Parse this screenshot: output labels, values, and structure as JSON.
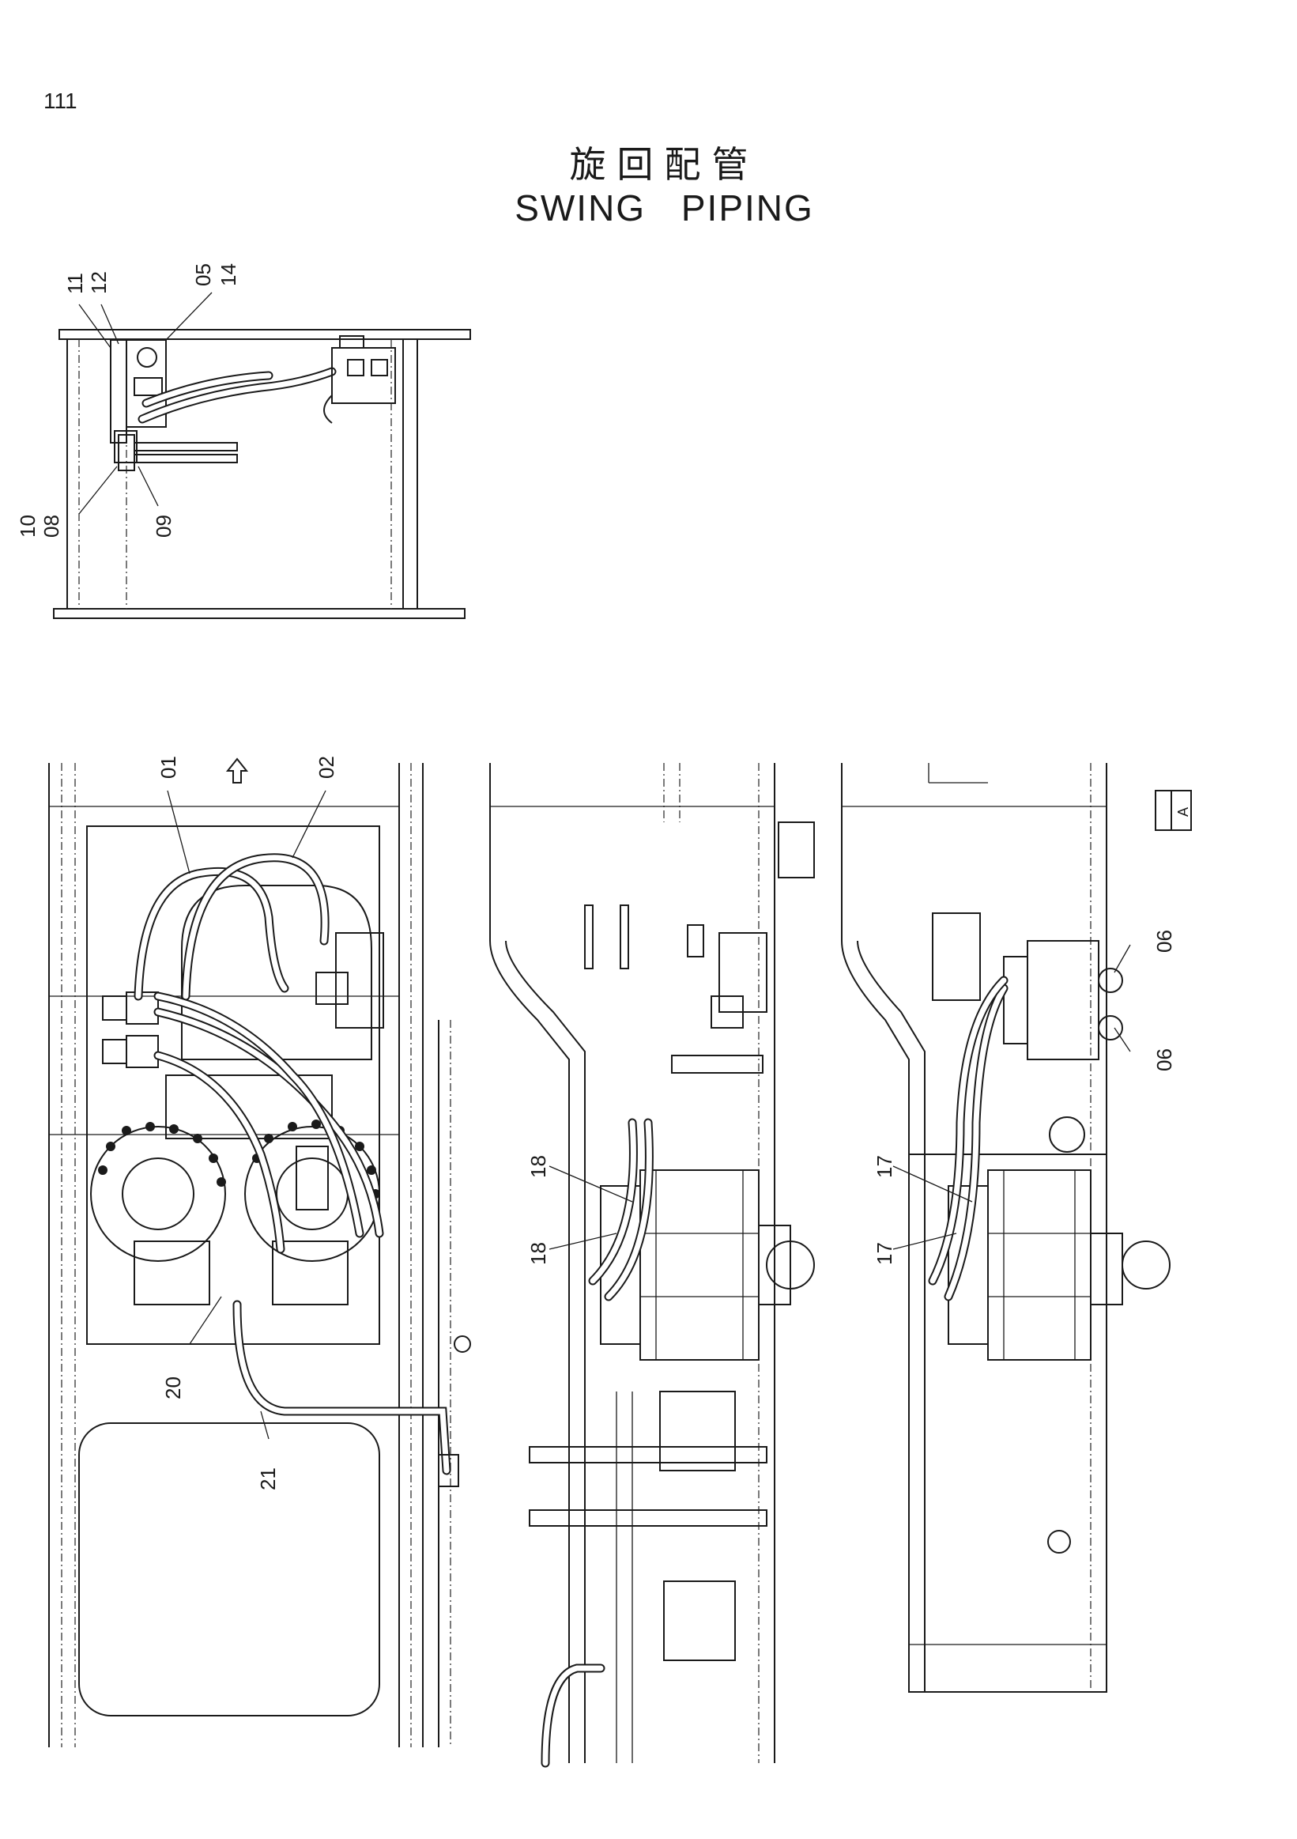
{
  "page": {
    "number": "111"
  },
  "title": {
    "japanese": "旋回配管",
    "english": "SWING PIPING"
  },
  "callouts": {
    "c11": "11",
    "c12": "12",
    "c05": "05",
    "c14": "14",
    "c10": "10",
    "c08": "08",
    "c09": "09",
    "c01": "01",
    "c02": "02",
    "c20": "20",
    "c21": "21",
    "c18a": "18",
    "c18b": "18",
    "c17a": "17",
    "c17b": "17",
    "c06a": "06",
    "c06b": "06"
  },
  "view_tag": {
    "letter": "A"
  },
  "icons": [
    "front-direction-arrow-icon",
    "view-marker-icon"
  ]
}
